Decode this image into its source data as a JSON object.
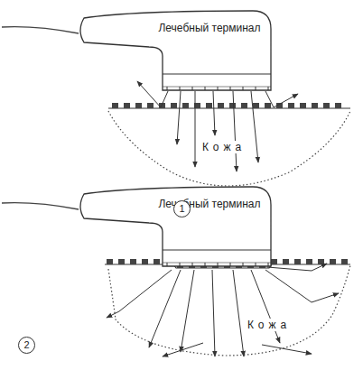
{
  "diagram": {
    "nodes": [
      {
        "text": [
          "Лечебный терминал"
        ]
      },
      {
        "text": [
          "Кожа"
        ]
      },
      {
        "text": [
          "Лечебный терминал"
        ]
      },
      {
        "text": [
          "Кожа"
        ]
      }
    ],
    "labels": [
      "1",
      "2"
    ]
  }
}
